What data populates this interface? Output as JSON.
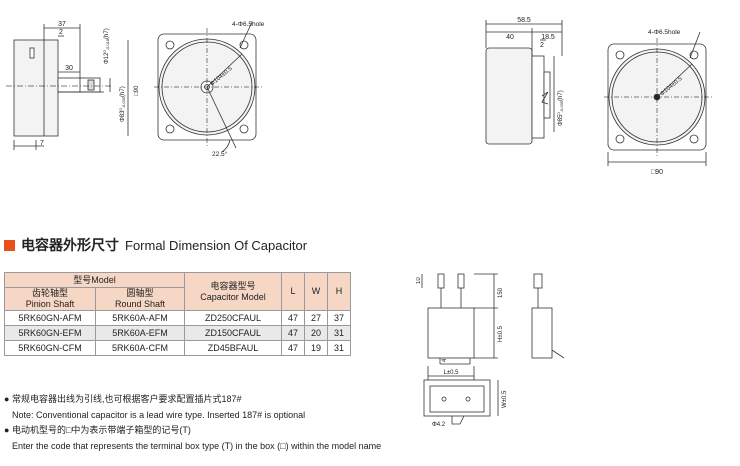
{
  "drawings": {
    "gear_side": {
      "dims": [
        "37",
        "2",
        "30",
        "7",
        "Φ12",
        "0",
        "-0.018",
        "(h7)",
        "Φ83",
        "0",
        "-0.035",
        "(h7)",
        "□90"
      ]
    },
    "gear_front": {
      "hole_label": "4-Φ6.5hole",
      "pcd": "Φ104±0.5",
      "angle": "22.5°"
    },
    "round_side": {
      "dims": [
        "58.5",
        "40",
        "18.5",
        "2",
        "Φ85",
        "0",
        "-0.035",
        "(h7)"
      ]
    },
    "round_front": {
      "hole_label": "4-Φ6.5hole",
      "pcd": "Φ104±0.5",
      "square": "□90"
    },
    "capacitor": {
      "dims": [
        "10",
        "150",
        "H±0.5",
        "4",
        "L±0.5",
        "W±0.5",
        "Φ4.2"
      ]
    }
  },
  "section": {
    "title_cn": "电容器外形尺寸",
    "title_en": "Formal Dimension Of Capacitor",
    "accent": "#e8521a"
  },
  "table": {
    "model_group": "型号Model",
    "col_gear_cn": "齿轮轴型",
    "col_gear_en": "Pinion Shaft",
    "col_round_cn": "圆轴型",
    "col_round_en": "Round Shaft",
    "col_cap_cn": "电容器型号",
    "col_cap_en": "Capacitor Model",
    "col_l": "L",
    "col_w": "W",
    "col_h": "H",
    "rows": [
      {
        "gear": "5RK60GN-AFM",
        "round": "5RK60A-AFM",
        "cap": "ZD250CFAUL",
        "l": "47",
        "w": "27",
        "h": "37"
      },
      {
        "gear": "5RK60GN-EFM",
        "round": "5RK60A-EFM",
        "cap": "ZD150CFAUL",
        "l": "47",
        "w": "20",
        "h": "31"
      },
      {
        "gear": "5RK60GN-CFM",
        "round": "5RK60A-CFM",
        "cap": "ZD45BFAUL",
        "l": "47",
        "w": "19",
        "h": "31"
      }
    ]
  },
  "notes": {
    "line1": "常规电容器出线为引线,也可根据客户要求配置插片式187#",
    "line2": "Note: Conventional capacitor is a lead wire type. Inserted 187# is optional",
    "line3": "电动机型号的□中为表示带端子箱型的记号(T)",
    "line4": "Enter the code that represents the terminal box type (T) in the box (□) within the model name"
  }
}
